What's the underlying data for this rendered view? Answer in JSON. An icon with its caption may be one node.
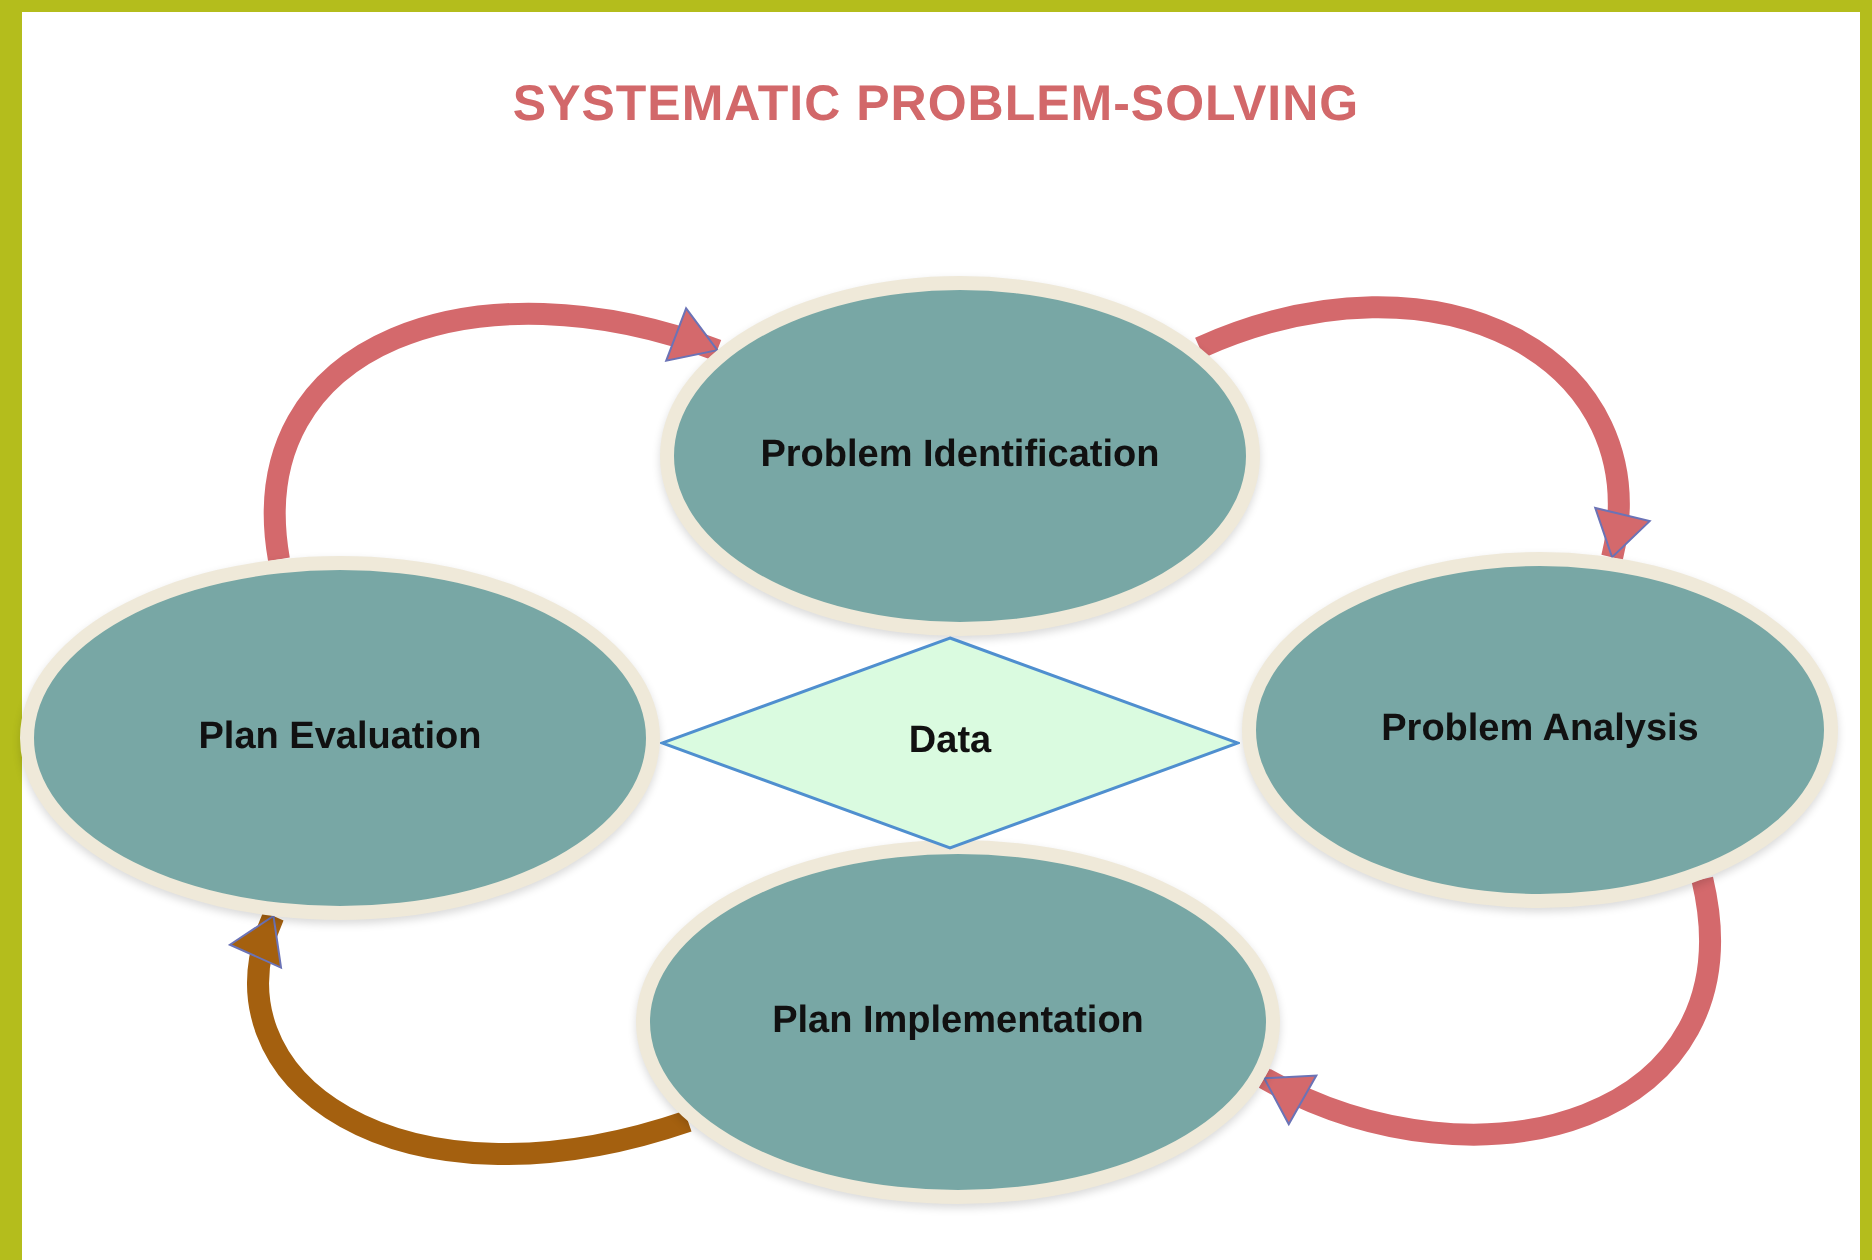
{
  "diagram": {
    "title": "SYSTEMATIC PROBLEM-SOLVING",
    "nodes": [
      {
        "text": [
          "Problem Identification"
        ]
      },
      {
        "text": [
          "Problem Analysis"
        ]
      },
      {
        "text": [
          "Plan Implementation"
        ]
      },
      {
        "text": [
          "Plan Evaluation"
        ]
      },
      {
        "text": [
          "Data"
        ]
      }
    ],
    "edges": [
      {
        "from": 0,
        "to": 1,
        "arrow": "to"
      },
      {
        "from": 1,
        "to": 2,
        "arrow": "to"
      },
      {
        "from": 2,
        "to": 3,
        "arrow": "to",
        "color": "#a4600f"
      },
      {
        "from": 3,
        "to": 0,
        "arrow": "to"
      }
    ]
  }
}
